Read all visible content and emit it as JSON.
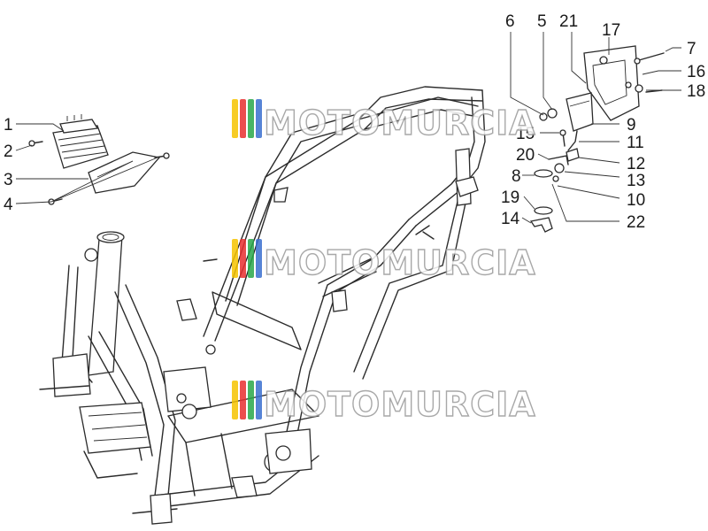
{
  "watermark": {
    "text": "MOTOMURCIA",
    "stripe_colors": [
      "#f6c400",
      "#e83030",
      "#2aa84a",
      "#3a6fd0"
    ]
  },
  "callouts": [
    "1",
    "2",
    "3",
    "4",
    "5",
    "6",
    "7",
    "8",
    "9",
    "10",
    "11",
    "12",
    "13",
    "14",
    "15",
    "16",
    "17",
    "18",
    "19",
    "20",
    "21",
    "22"
  ],
  "colors": {
    "line": "#2b2b2b",
    "background": "#ffffff",
    "watermark_outline": "#9a9a9a"
  }
}
